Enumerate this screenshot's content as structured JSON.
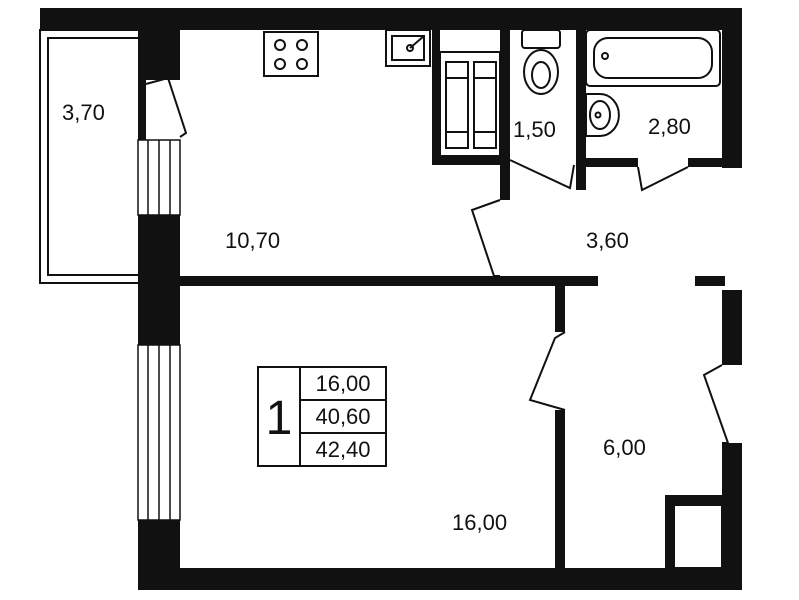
{
  "plan": {
    "rooms_count": "1",
    "summary": {
      "living_area": "16,00",
      "total_area": "40,60",
      "total_area_with_balcony": "42,40"
    },
    "rooms": {
      "balcony": "3,70",
      "kitchen": "10,70",
      "toilet": "1,50",
      "bathroom": "2,80",
      "hallway": "3,60",
      "bedroom": "16,00",
      "corridor": "6,00"
    }
  },
  "colors": {
    "wall": "#111111",
    "line": "#111111",
    "background": "#ffffff"
  }
}
